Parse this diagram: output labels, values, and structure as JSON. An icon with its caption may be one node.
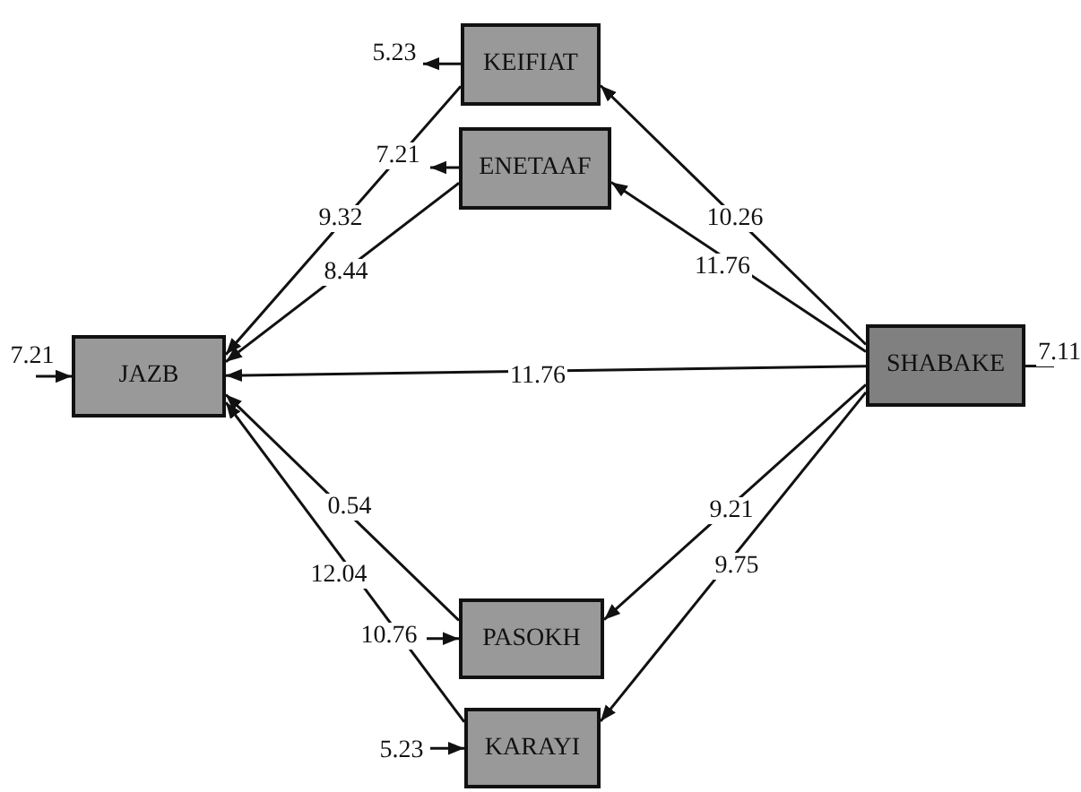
{
  "diagram": {
    "nodes": [
      {
        "text": [
          "KEIFIAT"
        ]
      },
      {
        "text": [
          "ENETAAF"
        ]
      },
      {
        "text": [
          "JAZB"
        ]
      },
      {
        "text": [
          "SHABAKE"
        ]
      },
      {
        "text": [
          "PASOKH"
        ]
      },
      {
        "text": [
          "KARAYI"
        ]
      }
    ],
    "edges": [
      {
        "from": 3,
        "to": 0,
        "arrow": "to",
        "label": "10.26"
      },
      {
        "from": 3,
        "to": 1,
        "arrow": "to",
        "label": "11.76"
      },
      {
        "from": 3,
        "to": 2,
        "arrow": "to",
        "label": "11.76"
      },
      {
        "from": 0,
        "to": 2,
        "arrow": "to",
        "label": "9.32"
      },
      {
        "from": 1,
        "to": 2,
        "arrow": "to",
        "label": "8.44"
      },
      {
        "from": 4,
        "to": 2,
        "arrow": "to",
        "label": "0.54"
      },
      {
        "from": 5,
        "to": 2,
        "arrow": "to",
        "label": "12.04"
      },
      {
        "from": 3,
        "to": 4,
        "arrow": "to",
        "label": "9.21"
      },
      {
        "from": 3,
        "to": 5,
        "arrow": "to",
        "label": "9.75"
      },
      {
        "from": 0,
        "to": null,
        "arrow": "to",
        "label": "5.23"
      },
      {
        "from": 1,
        "to": null,
        "arrow": "to",
        "label": "7.21"
      },
      {
        "from": null,
        "to": 2,
        "arrow": "to",
        "label": "7.21"
      },
      {
        "from": 3,
        "to": null,
        "arrow": "none",
        "label": "7.11"
      },
      {
        "from": null,
        "to": 4,
        "arrow": "to",
        "label": "10.76"
      },
      {
        "from": null,
        "to": 5,
        "arrow": "to",
        "label": "5.23"
      }
    ]
  }
}
